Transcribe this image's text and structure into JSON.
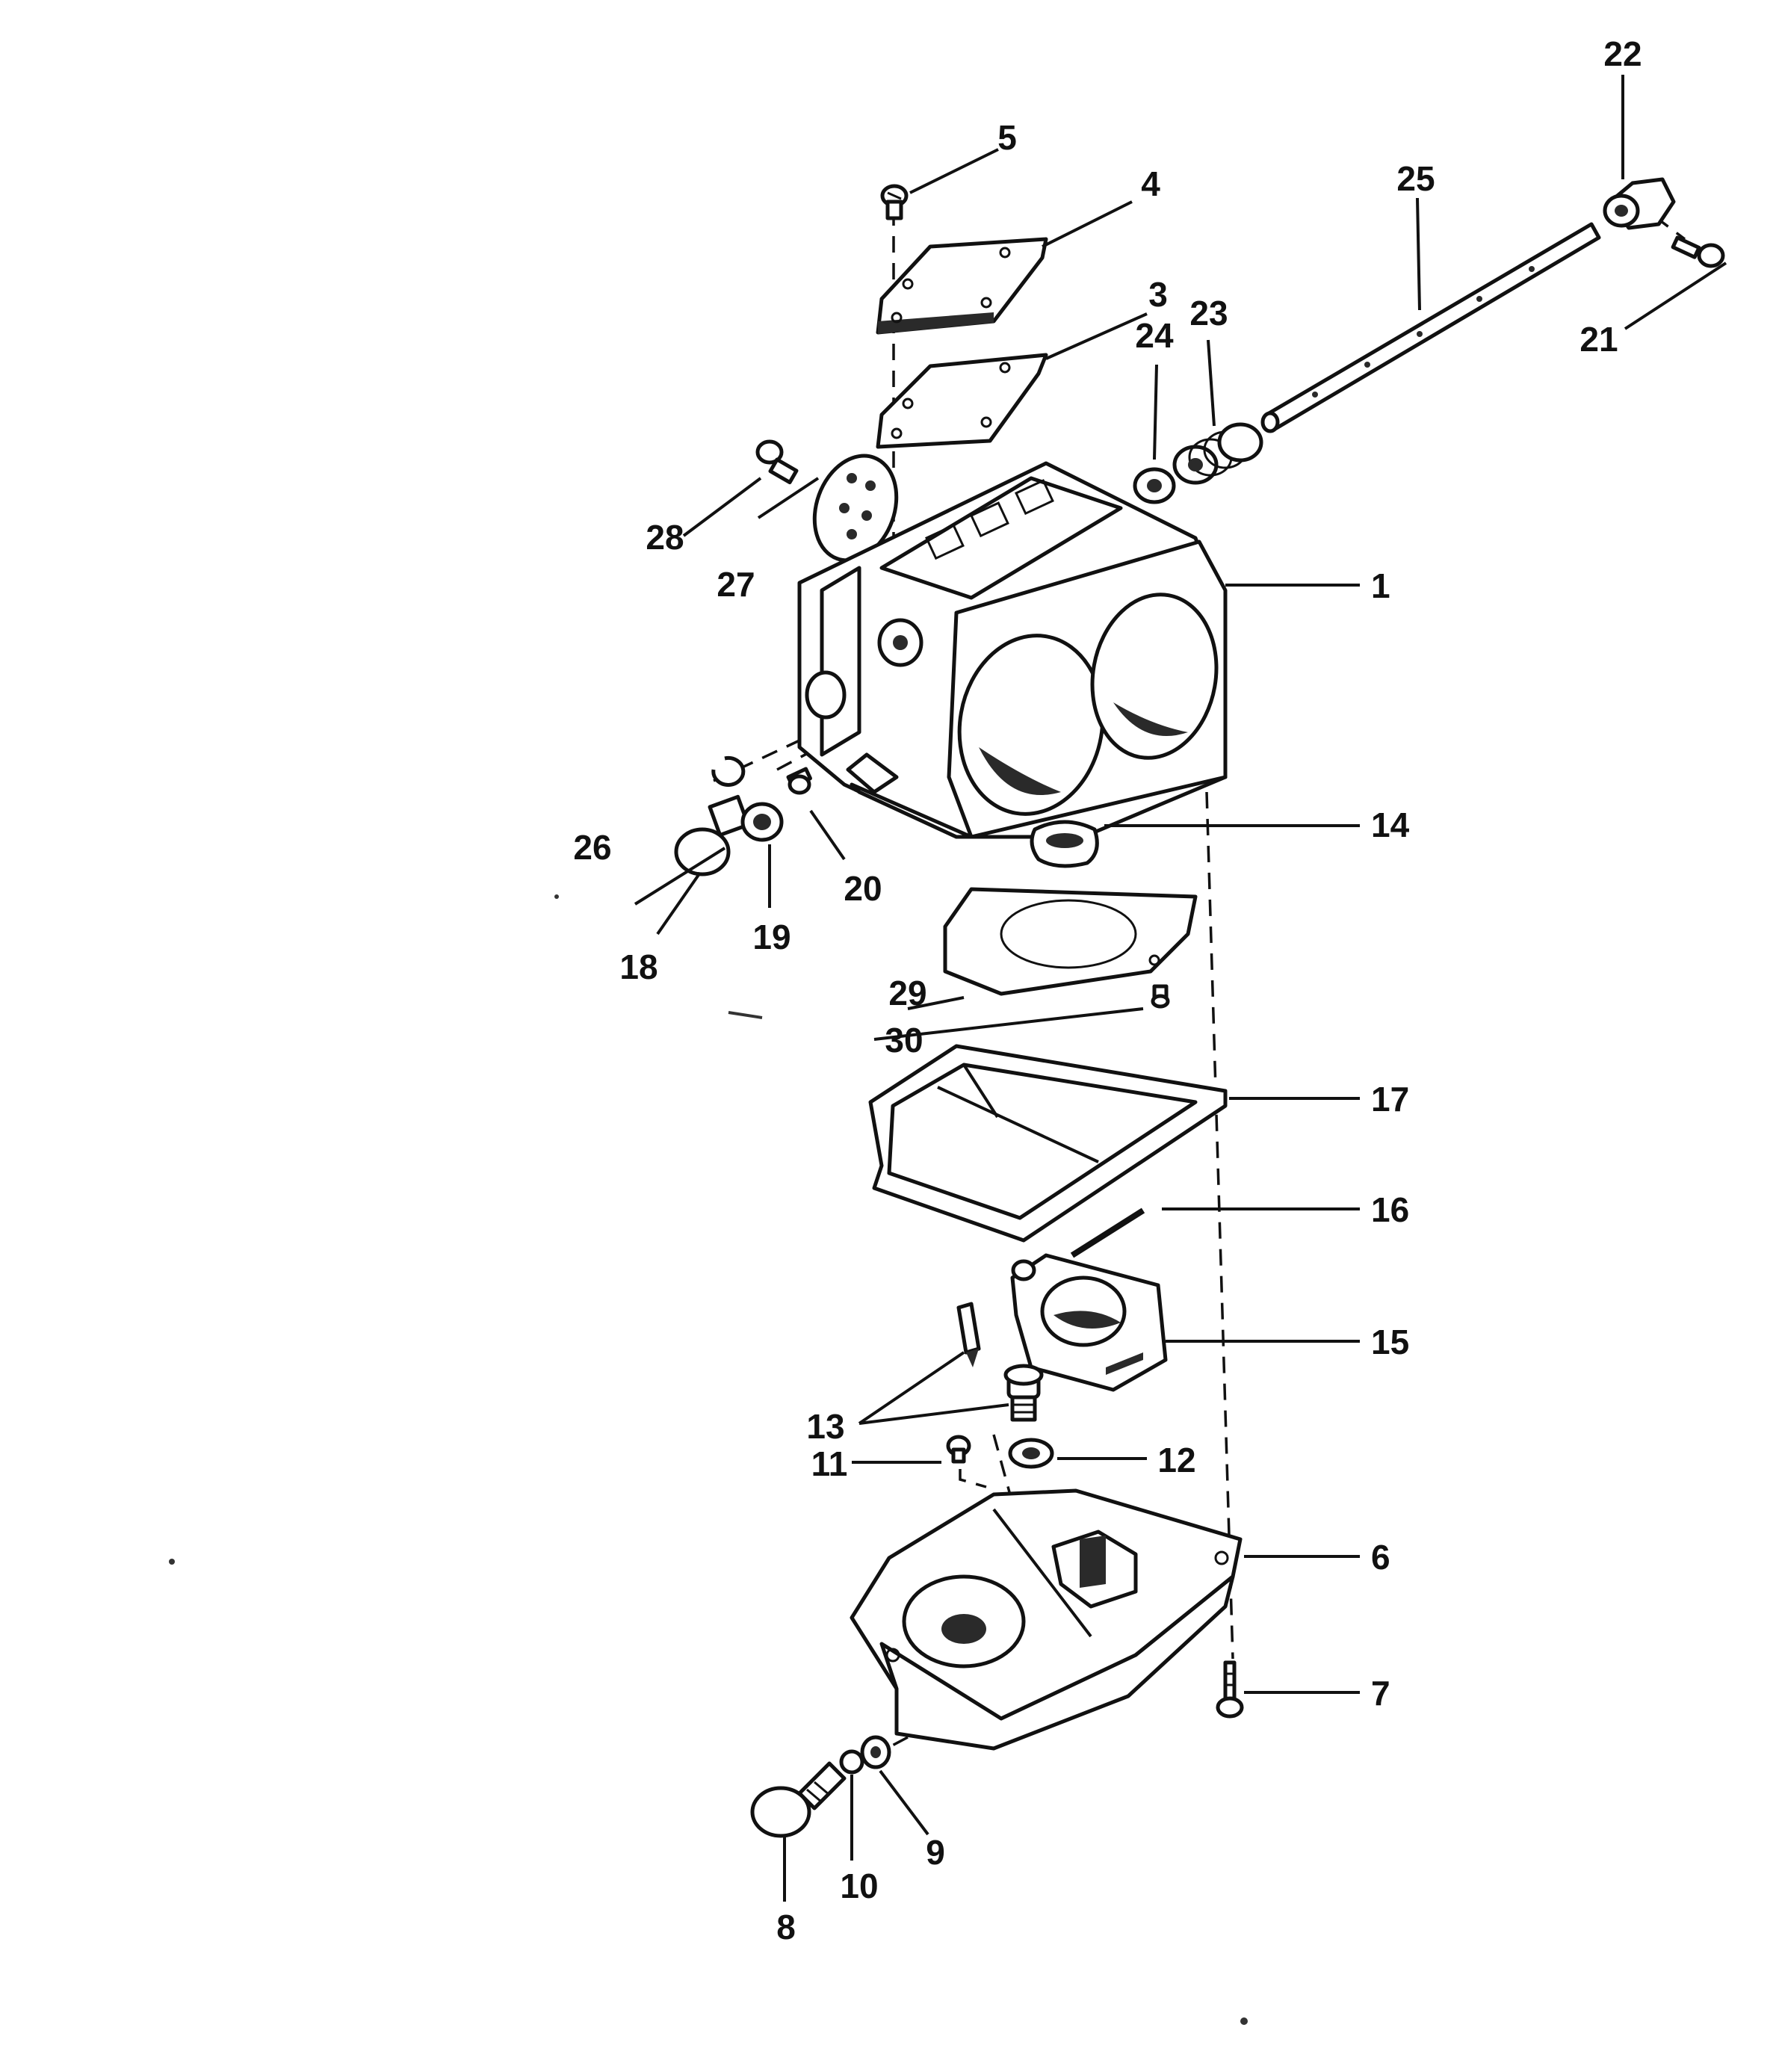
{
  "labels": {
    "p1": "1",
    "p3": "3",
    "p4": "4",
    "p5": "5",
    "p6": "6",
    "p7": "7",
    "p8": "8",
    "p9": "9",
    "p10": "10",
    "p11": "11",
    "p12": "12",
    "p13": "13",
    "p14": "14",
    "p15": "15",
    "p16": "16",
    "p17": "17",
    "p18": "18",
    "p19": "19",
    "p20": "20",
    "p21": "21",
    "p22": "22",
    "p23": "23",
    "p24": "24",
    "p25": "25",
    "p26": "26",
    "p27": "27",
    "p28": "28",
    "p29": "29",
    "p30": "30"
  }
}
